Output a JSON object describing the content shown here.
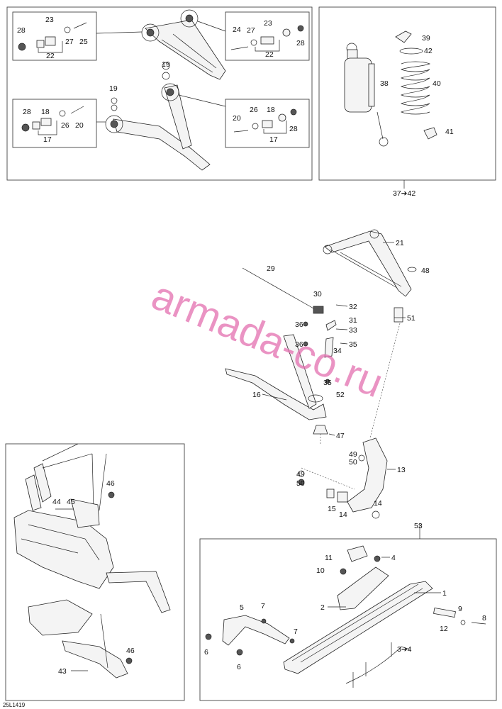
{
  "watermark": "armada-co.ru",
  "diagram_code": "25L1419",
  "callouts": {
    "c1": "1",
    "c2": "2",
    "c3to4": "3➔4",
    "c4": "4",
    "c5": "5",
    "c6a": "6",
    "c6b": "6",
    "c7a": "7",
    "c7b": "7",
    "c8": "8",
    "c9": "9",
    "c10": "10",
    "c11": "11",
    "c12": "12",
    "c13": "13",
    "c14a": "14",
    "c14b": "14",
    "c15": "15",
    "c16": "16",
    "c17a": "17",
    "c17b": "17",
    "c18a": "18",
    "c18b": "18",
    "c19": "19",
    "c20a": "20",
    "c20b": "20",
    "c21": "21",
    "c22a": "22",
    "c22b": "22",
    "c23a": "23",
    "c23b": "23",
    "c24": "24",
    "c25": "25",
    "c26a": "26",
    "c26b": "26",
    "c27a": "27",
    "c27b": "27",
    "c28a": "28",
    "c28b": "28",
    "c28c": "28",
    "c28d": "28",
    "c29": "29",
    "c30": "30",
    "c31": "31",
    "c32": "32",
    "c33": "33",
    "c34": "34",
    "c35a": "35",
    "c35b": "35",
    "c36a": "36",
    "c36b": "36",
    "c37to42": "37➔42",
    "c38": "38",
    "c39": "39",
    "c40": "40",
    "c41": "41",
    "c42": "42",
    "c43": "43",
    "c44": "44",
    "c45": "45",
    "c46a": "46",
    "c46b": "46",
    "c47": "47",
    "c48": "48",
    "c49a": "49",
    "c49b": "49",
    "c50a": "50",
    "c50b": "50",
    "c51": "51",
    "c52": "52",
    "c53": "53"
  }
}
